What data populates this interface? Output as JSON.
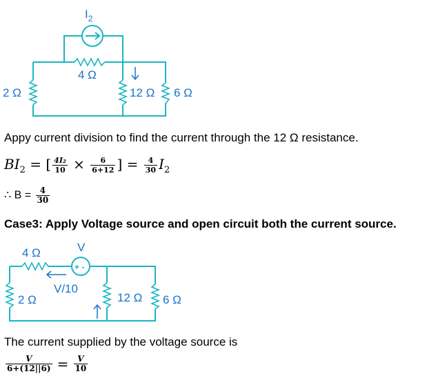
{
  "circuit1": {
    "current_source_label": "I",
    "current_source_subscript": "2",
    "r_top": "4 Ω",
    "r_left": "2 Ω",
    "r_mid": "12 Ω",
    "r_right": "6 Ω"
  },
  "text1": "Appy current division to find the current through the 12 Ω resistance.",
  "eq1": {
    "lhs_main": "BI",
    "lhs_sub": "2",
    "open_bracket": "= [",
    "frac1_num": "4I₂",
    "frac1_den": "10",
    "times": "×",
    "frac2_num": "6",
    "frac2_den": "6+12",
    "close_bracket": "] =",
    "frac3_num": "4",
    "frac3_den": "30",
    "rhs_main": "I",
    "rhs_sub": "2"
  },
  "eq2": {
    "prefix": "∴ B =",
    "num": "4",
    "den": "30"
  },
  "heading": "Case3: Apply Voltage source and open circuit both the current source.",
  "circuit2": {
    "r_top": "4 Ω",
    "v_label": "V",
    "v_sign": "+ -",
    "current_label": "V/10",
    "r_left": "2 Ω",
    "r_mid": "12 Ω",
    "r_right": "6 Ω"
  },
  "text2": "The current supplied by the voltage source is",
  "eq3": {
    "num1": "V",
    "den1": "6+(12||6)",
    "eq": "=",
    "num2": "V",
    "den2": "10"
  }
}
